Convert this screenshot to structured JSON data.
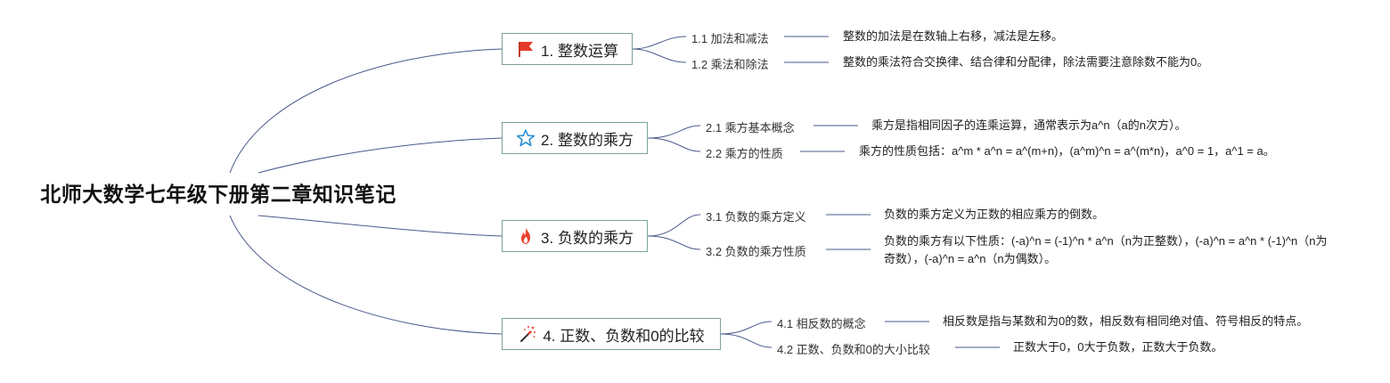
{
  "root": {
    "title": "北师大数学七年级下册第二章知识笔记"
  },
  "colors": {
    "connector": "#4a5a8a",
    "branch_border": "#7aa39a"
  },
  "branches": [
    {
      "label": "1. 整数运算",
      "icon": "red-flag-icon",
      "items": [
        {
          "label": "1.1 加法和减法",
          "desc": "整数的加法是在数轴上右移，减法是左移。"
        },
        {
          "label": "1.2 乘法和除法",
          "desc": "整数的乘法符合交换律、结合律和分配律，除法需要注意除数不能为0。"
        }
      ]
    },
    {
      "label": "2. 整数的乘方",
      "icon": "star-outline-icon",
      "items": [
        {
          "label": "2.1 乘方基本概念",
          "desc": "乘方是指相同因子的连乘运算，通常表示为a^n（a的n次方）。"
        },
        {
          "label": "2.2 乘方的性质",
          "desc": "乘方的性质包括：a^m * a^n = a^(m+n)，(a^m)^n = a^(m*n)，a^0 = 1，a^1 = a。"
        }
      ]
    },
    {
      "label": "3. 负数的乘方",
      "icon": "fire-icon",
      "items": [
        {
          "label": "3.1 负数的乘方定义",
          "desc": "负数的乘方定义为正数的相应乘方的倒数。"
        },
        {
          "label": "3.2 负数的乘方性质",
          "desc": "负数的乘方有以下性质：(-a)^n = (-1)^n * a^n（n为正整数），(-a)^n = a^n * (-1)^n（n为奇数），(-a)^n = a^n（n为偶数）。"
        }
      ]
    },
    {
      "label": "4. 正数、负数和0的比较",
      "icon": "magic-wand-icon",
      "items": [
        {
          "label": "4.1 相反数的概念",
          "desc": "相反数是指与某数和为0的数，相反数有相同绝对值、符号相反的特点。"
        },
        {
          "label": "4.2 正数、负数和0的大小比较",
          "desc": "正数大于0，0大于负数，正数大于负数。"
        }
      ]
    }
  ]
}
